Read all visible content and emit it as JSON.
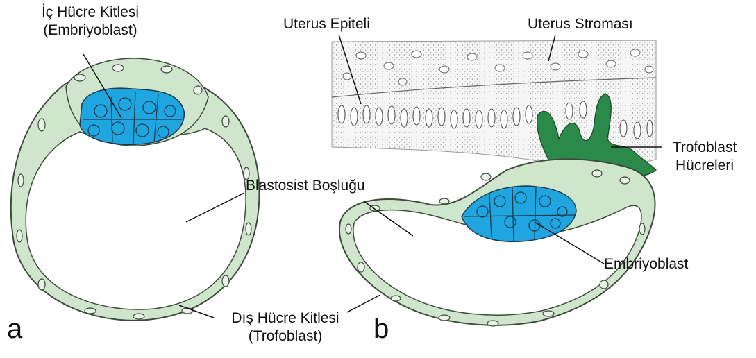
{
  "panels": {
    "a": "a",
    "b": "b"
  },
  "labels": {
    "inner_cell_mass_line1": "İç Hücre Kitlesi",
    "inner_cell_mass_line2": "(Embriyoblast)",
    "blastocyst_cavity": "Blastosist Boşluğu",
    "outer_cell_mass_line1": "Dış Hücre Kitlesi",
    "outer_cell_mass_line2": "(Trofoblast)",
    "uterine_epithelium": "Uterus Epiteli",
    "uterine_stroma": "Uterus Stroması",
    "trophoblast_cells_line1": "Trofoblast",
    "trophoblast_cells_line2": "Hücreleri",
    "embryoblast": "Embriyoblast"
  },
  "colors": {
    "trophoblast_fill": "#cfe6cc",
    "cell_outline": "#3d4a3c",
    "embryoblast_fill": "#1fa6e0",
    "invading_trophoblast": "#2b8a4a",
    "epithelium_bg": "#f2f2f2",
    "leader_line": "#111111"
  },
  "icons": {
    "embryoblast_cluster": "cell-cluster-icon",
    "stroma_texture": "stipple-texture"
  }
}
